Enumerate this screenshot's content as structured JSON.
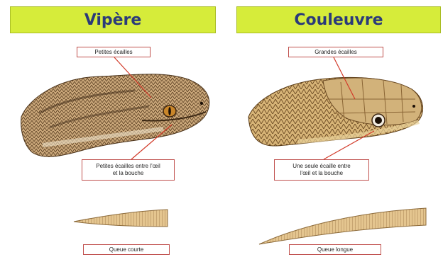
{
  "titles": {
    "left": "Vipère",
    "right": "Couleuvre"
  },
  "labels": {
    "petites_ecailles": "Petites écailles",
    "petites_ecailles_oeil_line1": "Petites écailles entre l'œil",
    "petites_ecailles_oeil_line2": "et la bouche",
    "queue_courte": "Queue courte",
    "grandes_ecailles": "Grandes écailles",
    "seule_ecaille_line1": "Une seule écaille entre",
    "seule_ecaille_line2": "l'œil et la bouche",
    "queue_longue": "Queue longue"
  },
  "colors": {
    "title_bg": "#d6ec3a",
    "title_text": "#2b3a7a",
    "callout_line": "#d23b2a",
    "viper_scale": "#8a6a44",
    "colubrid_head": "#c9a86a"
  }
}
